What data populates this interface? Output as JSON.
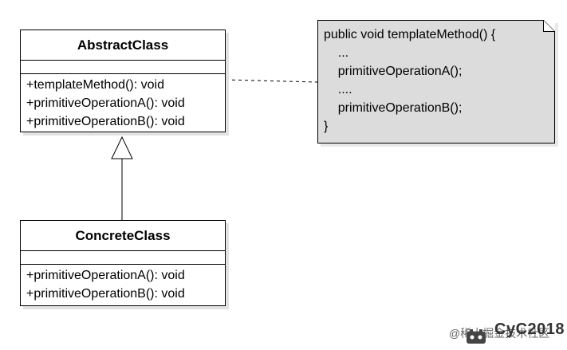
{
  "abstract_class": {
    "name": "AbstractClass",
    "operations": [
      "+templateMethod(): void",
      "+primitiveOperationA(): void",
      "+primitiveOperationB(): void"
    ]
  },
  "concrete_class": {
    "name": "ConcreteClass",
    "operations": [
      "+primitiveOperationA(): void",
      "+primitiveOperationB(): void"
    ]
  },
  "note": {
    "lines": [
      "public void templateMethod() {",
      "    ...",
      "    primitiveOperationA();",
      "    ....",
      "    primitiveOperationB();",
      "}"
    ],
    "fill": "#dcdcdc"
  },
  "watermark": {
    "small": "@稀土掘金技术社区",
    "strong": "CyC2018"
  }
}
